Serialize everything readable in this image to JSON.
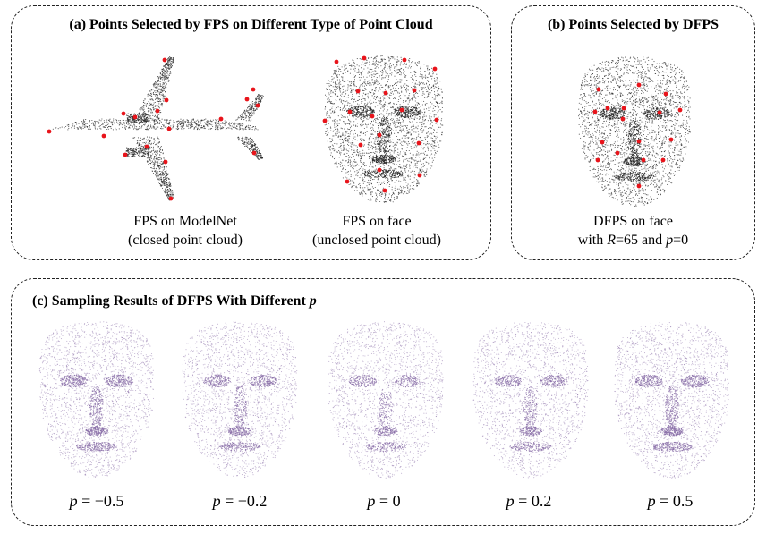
{
  "panel_a": {
    "title": "(a) Points Selected by FPS on Different Type of Point Cloud",
    "caption_left_1": "FPS on ModelNet",
    "caption_left_2": "(closed point cloud)",
    "caption_right_1": "FPS on face",
    "caption_right_2": "(unclosed point cloud)"
  },
  "panel_b": {
    "title": "(b) Points Selected by DFPS",
    "caption_1": "DFPS on face",
    "caption_2_prefix": "with ",
    "caption_2_var_r": "R",
    "caption_2_mid": "=65 and ",
    "caption_2_var_p": "p",
    "caption_2_suffix": "=0"
  },
  "panel_c": {
    "title_prefix": "(c) Sampling Results of DFPS With Different ",
    "title_var": "p",
    "samples": [
      {
        "var": "p",
        "eq": " = ",
        "value": "−0.5"
      },
      {
        "var": "p",
        "eq": " = ",
        "value": "−0.2"
      },
      {
        "var": "p",
        "eq": " = ",
        "value": "0"
      },
      {
        "var": "p",
        "eq": " = ",
        "value": "0.2"
      },
      {
        "var": "p",
        "eq": " = ",
        "value": "0.5"
      }
    ]
  },
  "colors": {
    "border": "#222222",
    "points": "#2b2b2b",
    "selected": "#e8141b",
    "dfps_points": "#8a6fa8"
  },
  "icons": [
    "airplane-point-cloud-icon",
    "face-point-cloud-icon"
  ]
}
